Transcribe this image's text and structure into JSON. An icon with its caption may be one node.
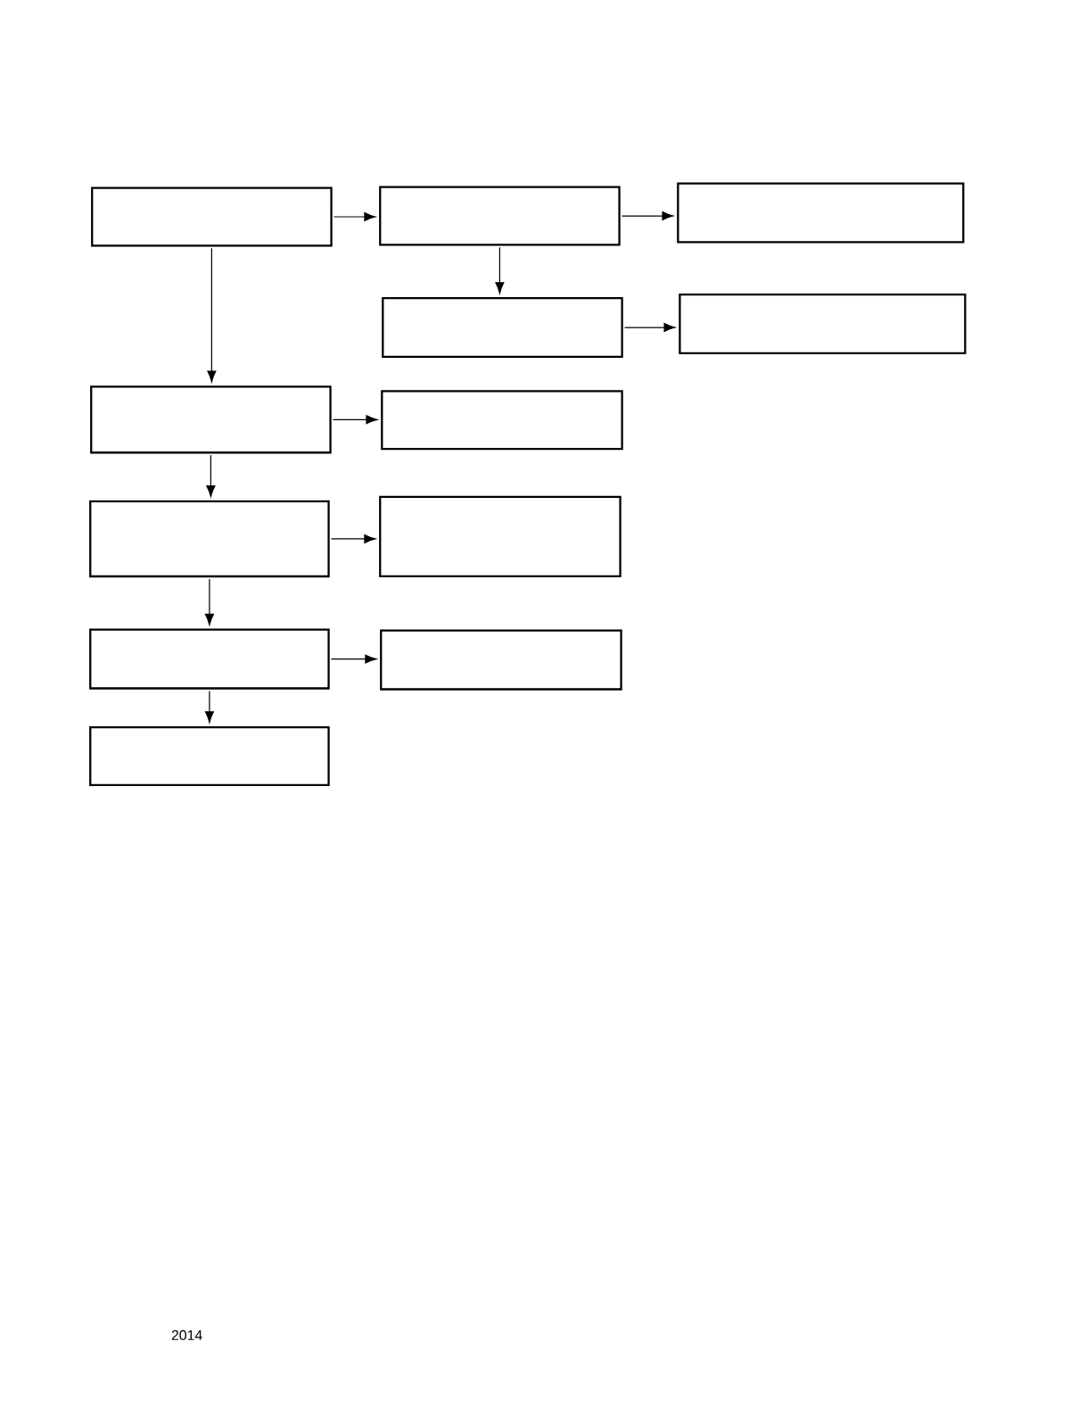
{
  "diagram": {
    "nodes": [
      {
        "text": [],
        "shape": "box"
      },
      {
        "text": [],
        "shape": "box"
      },
      {
        "text": [],
        "shape": "box"
      },
      {
        "text": [],
        "shape": "box"
      },
      {
        "text": [],
        "shape": "box"
      },
      {
        "text": [],
        "shape": "box"
      },
      {
        "text": [],
        "shape": "box"
      },
      {
        "text": [],
        "shape": "box"
      },
      {
        "text": [],
        "shape": "box"
      },
      {
        "text": [],
        "shape": "box"
      },
      {
        "text": [],
        "shape": "box"
      },
      {
        "text": [],
        "shape": "box"
      }
    ],
    "edges": [
      {
        "from": 0,
        "to": 1,
        "arrow": "to"
      },
      {
        "from": 1,
        "to": 2,
        "arrow": "to"
      },
      {
        "from": 1,
        "to": 3,
        "arrow": "to"
      },
      {
        "from": 3,
        "to": 4,
        "arrow": "to"
      },
      {
        "from": 0,
        "to": 5,
        "arrow": "to"
      },
      {
        "from": 5,
        "to": 6,
        "arrow": "to"
      },
      {
        "from": 5,
        "to": 7,
        "arrow": "to"
      },
      {
        "from": 7,
        "to": 8,
        "arrow": "to"
      },
      {
        "from": 7,
        "to": 9,
        "arrow": "to"
      },
      {
        "from": 9,
        "to": 10,
        "arrow": "to"
      },
      {
        "from": 9,
        "to": 11,
        "arrow": "to"
      }
    ],
    "labels": [
      "2014"
    ]
  }
}
